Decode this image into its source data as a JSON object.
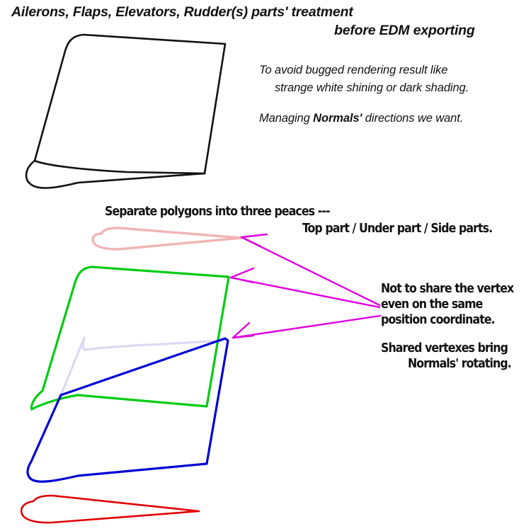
{
  "title": {
    "line1": "Ailerons, Flaps, Elevators, Rudder(s) parts' treatment",
    "line2": "before EDM exporting"
  },
  "notes": {
    "avoid_line1": "To avoid bugged rendering result like",
    "avoid_line2": "strange white shining or dark shading.",
    "managing_prefix": "Managing ",
    "managing_bold": "Normals'",
    "managing_suffix": " directions we want."
  },
  "separation": {
    "heading": "Separate polygons into three peaces ---",
    "parts": "Top part / Under part / Side parts."
  },
  "annotations": {
    "vertex_line1": "Not to share the vertex",
    "vertex_line2": "even on the same",
    "vertex_line3": "position coordinate.",
    "shared_line1": "Shared vertexes bring",
    "shared_line2": "Normals' rotating."
  },
  "colors": {
    "black_panel": "#111111",
    "top_part_pink": "#F0B4B4",
    "under_part_green": "#00CC11",
    "side_part_blue": "#0000D5",
    "side_outline_lavender": "#D9D9F2",
    "red_airfoil": "#E00000",
    "arrow_magenta": "#E000E0",
    "background": "#FFFFFF"
  },
  "shapes": {
    "black_wing_panel": "3D wing panel in perspective with rounded leading edge",
    "pink_airfoil": "teardrop airfoil cross-section outline, top part",
    "green_panel": "under part polygon panel",
    "lavender_panel": "side part outline panel",
    "blue_panel": "side part polygon panel",
    "red_airfoil": "teardrop airfoil cross-section outline, bottom",
    "arrows": "three magenta leader arrows converging to the right"
  }
}
